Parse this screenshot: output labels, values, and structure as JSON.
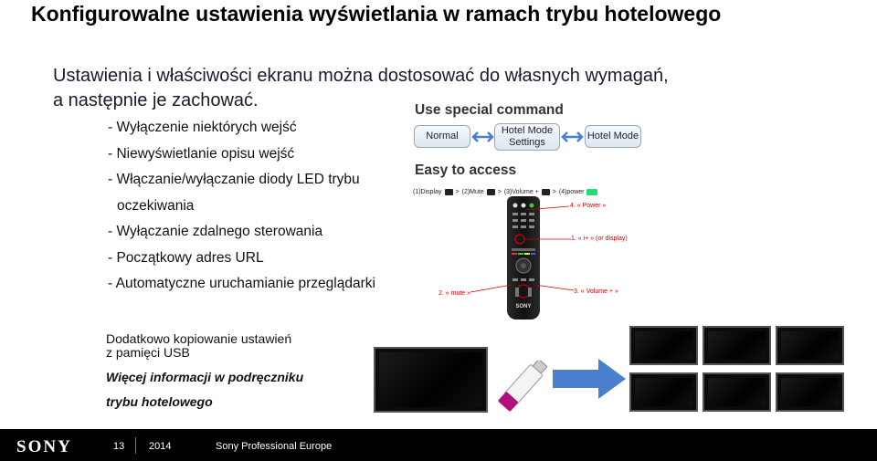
{
  "title": "Konfigurowalne ustawienia wyświetlania w ramach trybu hotelowego",
  "intro": [
    "Ustawienia i właściwości ekranu można dostosować do własnych wymagań,",
    "a następnie je zachować."
  ],
  "bullets": [
    "- Wyłączenie niektórych wejść",
    "- Niewyświetlanie opisu wejść",
    "- Włączanie/wyłączanie diody LED trybu",
    "oczekiwania",
    "- Wyłączanie zdalnego sterowania",
    "- Początkowy adres URL",
    "- Automatyczne uruchamianie przeglądarki"
  ],
  "special_command": {
    "heading": "Use special command",
    "normal": "Normal",
    "settings": "Hotel Mode Settings",
    "hotel": "Hotel Mode"
  },
  "easy_access": {
    "heading": "Easy to access",
    "sequence": [
      "(1)Display",
      ">",
      "(2)Mute",
      ">",
      "(3)Volume +",
      ">",
      "(4)power"
    ],
    "annotations": {
      "power": "4. « Power »",
      "info": "1. « i+ » (or display)",
      "mute": "2. « mute »",
      "volume": "3. « Volume + »"
    },
    "remote_brand": "SONY"
  },
  "lower": {
    "line1": "Dodatkowo kopiowanie ustawień",
    "line2": "z pamięci USB",
    "italic1": "Więcej informacji w podręczniku",
    "italic2": "trybu hotelowego"
  },
  "footer": {
    "logo": "SONY",
    "page": "13",
    "year": "2014",
    "company": "Sony Professional Europe"
  },
  "colors": {
    "arrow_blue": "#4a7fd0",
    "pill_border": "#99aabb",
    "usb_magenta": "#b0107a"
  }
}
